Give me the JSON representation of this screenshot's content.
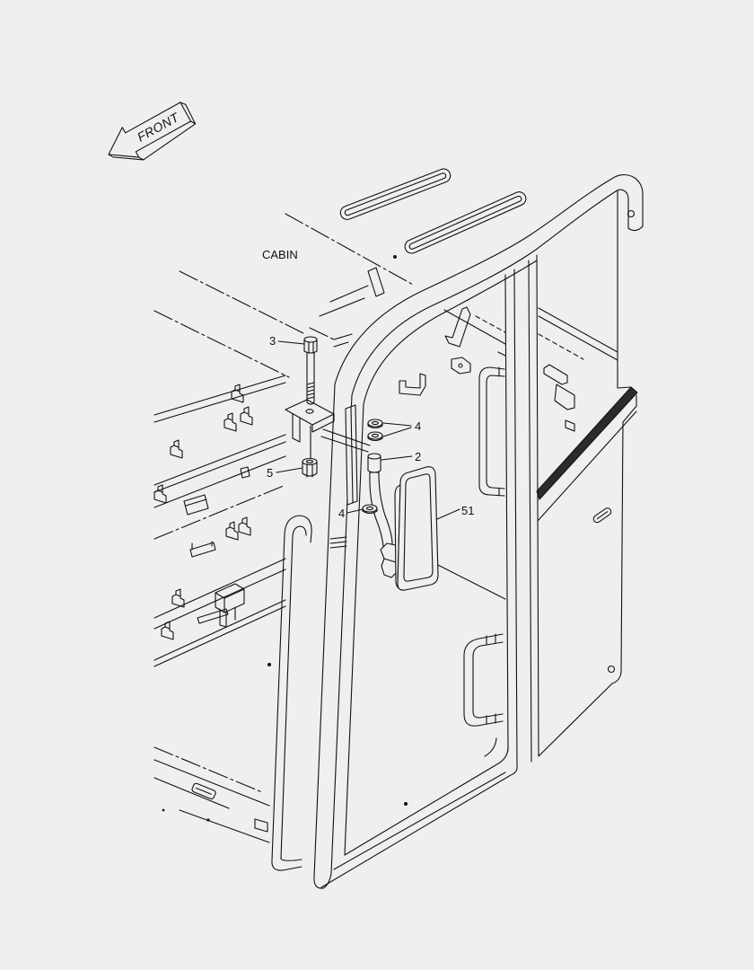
{
  "diagram": {
    "direction_label": "FRONT",
    "assembly_label": "CABIN",
    "callouts": {
      "bolt": "3",
      "washer_upper": "4",
      "mirror_arm": "2",
      "nut": "5",
      "washer_lower": "4",
      "mirror": "51"
    }
  },
  "colors": {
    "background": "#efefef",
    "line": "#111111"
  }
}
